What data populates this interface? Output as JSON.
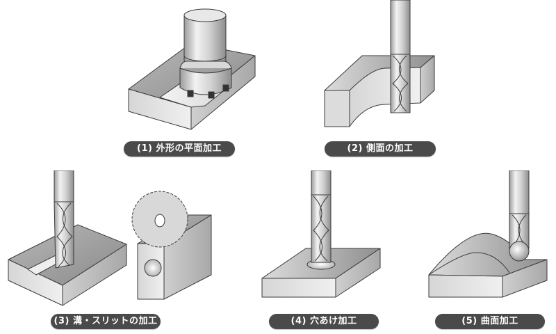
{
  "diagram": {
    "panels": [
      {
        "id": 1,
        "label": "(1) 外形の平面加工",
        "tool": "face-mill-cutter",
        "operation": "face milling"
      },
      {
        "id": 2,
        "label": "(2) 側面の加工",
        "tool": "end-mill",
        "operation": "side milling"
      },
      {
        "id": 3,
        "label": "(3) 溝・スリットの加工",
        "tool": "end-mill and slitting-saw",
        "operation": "grooving / slitting"
      },
      {
        "id": 4,
        "label": "(4) 穴あけ加工",
        "tool": "end-mill",
        "operation": "drilling"
      },
      {
        "id": 5,
        "label": "(5) 曲面加工",
        "tool": "ball-end-mill",
        "operation": "curved surface milling"
      }
    ],
    "colors": {
      "pill_bg": "#4a4a4a",
      "pill_text": "#ffffff",
      "outline": "#3a3a3a",
      "block_light": "#e6e6e6",
      "block_mid": "#c8c8c8",
      "block_dark": "#9a9a9a"
    }
  }
}
